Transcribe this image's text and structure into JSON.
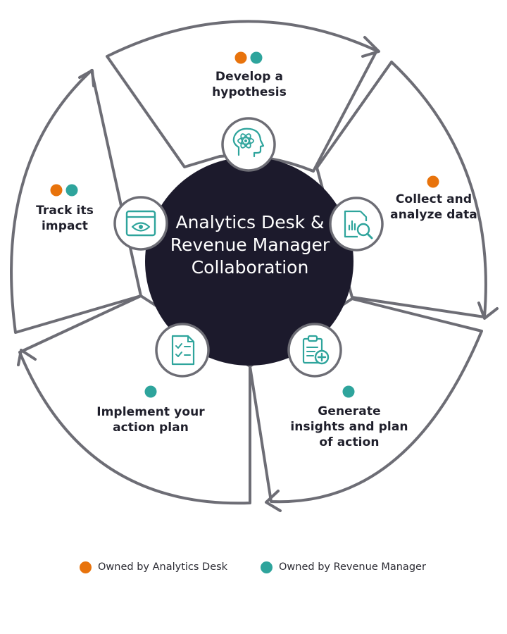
{
  "colors": {
    "analytics_desk": "#e8730c",
    "revenue_manager": "#2ea49c",
    "center_fill": "#1c1a2c",
    "stroke": "#6d6d75",
    "icon": "#2ea49c"
  },
  "center": {
    "title": "Analytics Desk & Revenue Manager Collaboration"
  },
  "steps": [
    {
      "label": "Develop a hypothesis",
      "owners": [
        "analytics_desk",
        "revenue_manager"
      ],
      "icon": "brain-atom-icon"
    },
    {
      "label": "Collect and analyze data",
      "owners": [
        "analytics_desk"
      ],
      "icon": "chart-magnifier-icon"
    },
    {
      "label": "Generate insights and plan of action",
      "owners": [
        "revenue_manager"
      ],
      "icon": "clipboard-plus-icon"
    },
    {
      "label": "Implement your action plan",
      "owners": [
        "revenue_manager"
      ],
      "icon": "checklist-icon"
    },
    {
      "label": "Track its impact",
      "owners": [
        "analytics_desk",
        "revenue_manager"
      ],
      "icon": "browser-eye-icon"
    }
  ],
  "legend": [
    {
      "label": "Owned by Analytics Desk",
      "owner": "analytics_desk"
    },
    {
      "label": "Owned by Revenue Manager",
      "owner": "revenue_manager"
    }
  ]
}
